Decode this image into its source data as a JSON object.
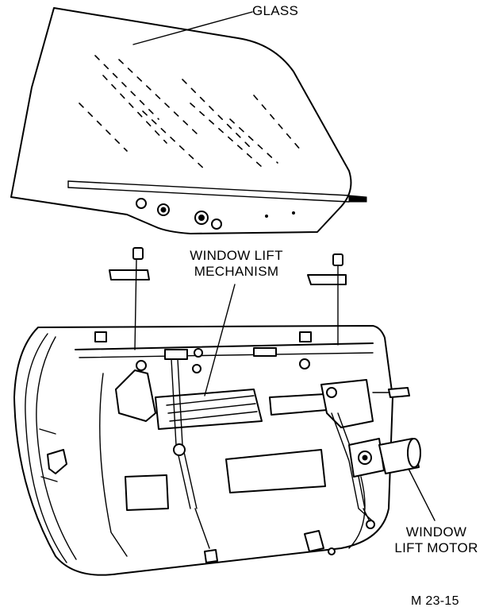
{
  "labels": {
    "glass": "GLASS",
    "mechanism_line1": "WINDOW LIFT",
    "mechanism_line2": "MECHANISM",
    "motor_line1": "WINDOW",
    "motor_line2": "LIFT MOTOR",
    "figure_number": "M 23-15"
  },
  "colors": {
    "line": "#000000",
    "background": "#ffffff"
  }
}
